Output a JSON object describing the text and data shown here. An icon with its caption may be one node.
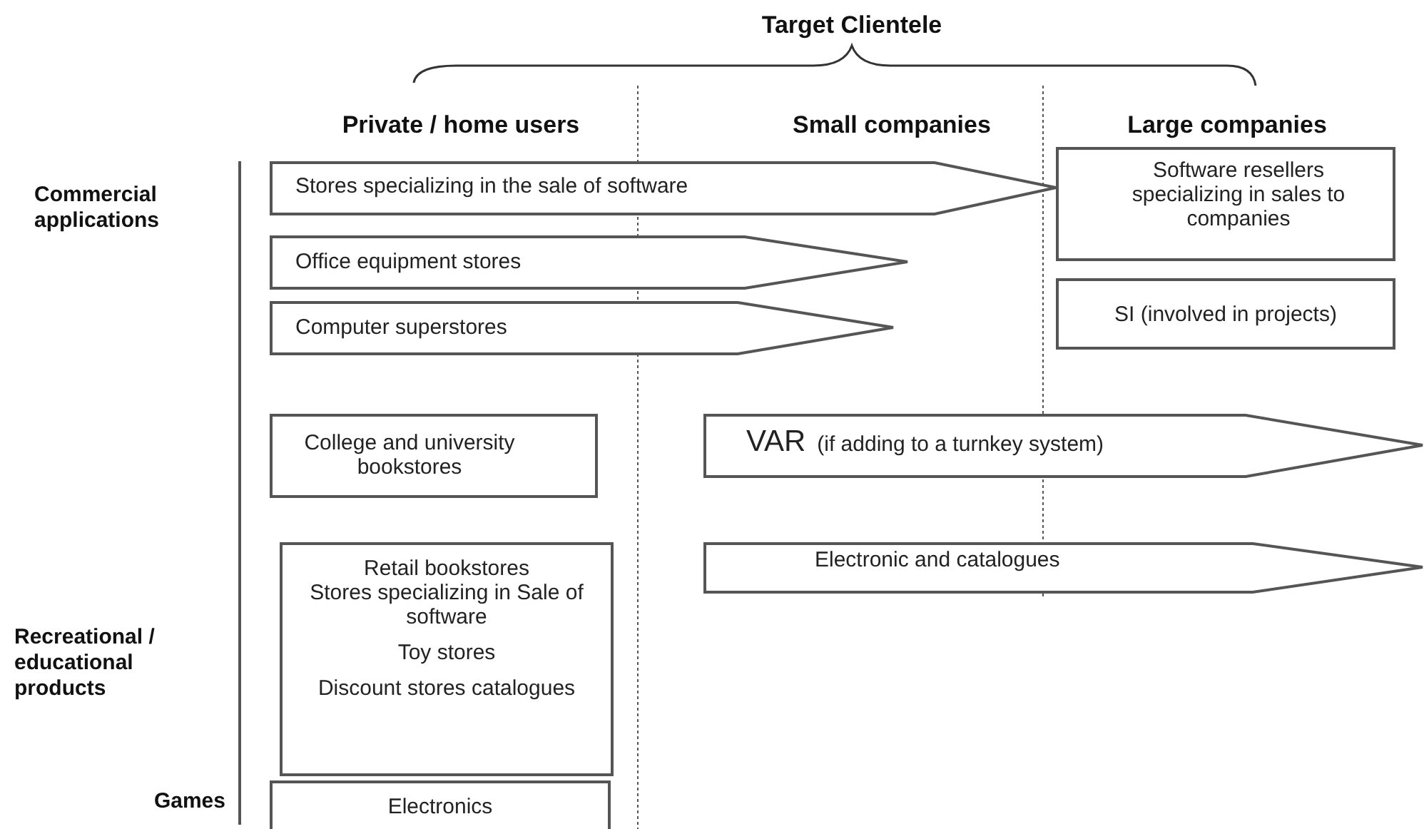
{
  "diagram": {
    "title": "Target Clientele",
    "nodes": [
      {
        "text": [
          "Stores specializing in the sale of software"
        ]
      },
      {
        "text": [
          "Software resellers specializing in sales to companies"
        ]
      },
      {
        "text": [
          "Office equipment stores"
        ]
      },
      {
        "text": [
          "Computer superstores"
        ]
      },
      {
        "text": [
          "SI (involved in projects)"
        ]
      },
      {
        "text": [
          "College and university bookstores"
        ]
      },
      {
        "text": [
          "VAR",
          "(if adding to a turnkey system)"
        ]
      },
      {
        "text": [
          "Retail bookstores",
          "Stores specializing in Sale of software",
          "Toy stores",
          "Discount stores catalogues"
        ]
      },
      {
        "text": [
          "Electronic and catalogues"
        ]
      },
      {
        "text": [
          "Electronics"
        ]
      }
    ],
    "edges": [],
    "labels": [
      "Private / home users",
      "Small companies",
      "Large companies",
      "Commercial applications",
      "Recreational / educational products",
      "Games"
    ]
  }
}
